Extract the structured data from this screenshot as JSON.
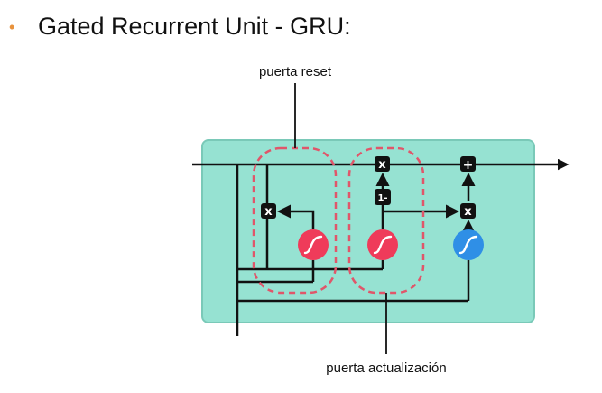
{
  "title": "Gated Recurrent Unit - GRU:",
  "bullet": "•",
  "labels": {
    "reset_gate": "puerta reset",
    "update_gate": "puerta actualización"
  },
  "operators": {
    "mult": "x",
    "add": "+",
    "one_minus": "1-"
  },
  "colors": {
    "bullet": "#e8923c",
    "cell_fill": "#96e2d2",
    "cell_border": "#7ac9b8",
    "line": "#111111",
    "dashed_gate": "#e0566a",
    "sigmoid_red": "#ef3b5a",
    "tanh_blue": "#2f8fe6",
    "operator_fill": "#111111"
  }
}
